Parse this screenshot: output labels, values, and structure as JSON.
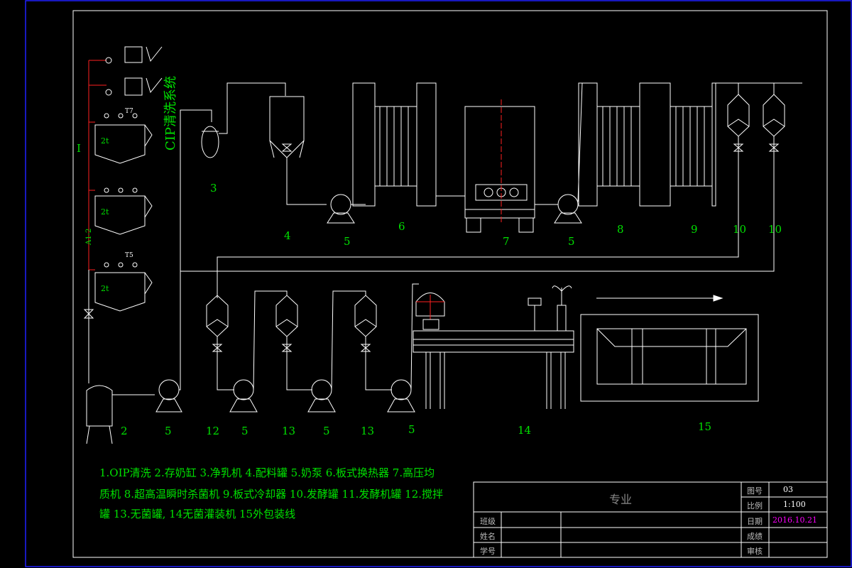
{
  "labels": {
    "n1": "I",
    "n2": "2",
    "n3": "3",
    "n4": "4",
    "n5a": "5",
    "n5b": "5",
    "n5c": "5",
    "n5d": "5",
    "n5e": "5",
    "n5f": "5",
    "n6": "6",
    "n7": "7",
    "n8": "8",
    "n9": "9",
    "n10a": "10",
    "n10b": "10",
    "n12": "12",
    "n13a": "13",
    "n13b": "13",
    "n14": "14",
    "n15": "15",
    "a12": "A1-2",
    "cip": "CIP清洗系统"
  },
  "legend": {
    "line1": "1.OIP清洗 2.存奶缸 3.净乳机 4.配料罐 5.奶泵 6.板式换热器 7.高压均",
    "line2": "质机 8.超高温瞬时杀菌机 9.板式冷却器 10.发酵罐 11.发酵机罐 12.搅拌",
    "line3": "罐 13.无菌罐, 14无菌灌装机 15外包装线"
  },
  "title_block": {
    "major": "专业",
    "drawing_no_label": "图号",
    "drawing_no": "03",
    "scale_label": "比例",
    "scale": "1:100",
    "date_label": "日期",
    "date": "2016.10.21",
    "class_label": "班级",
    "name_label": "姓名",
    "student_id_label": "学号",
    "grade_label": "成绩",
    "review_label": "审核"
  },
  "tank_labels": {
    "t1": "2t",
    "t2": "2t",
    "t3": "2t",
    "t7": "T7",
    "t5": "T5"
  },
  "colors": {
    "line": "#ffffff",
    "text": "#00e000",
    "pipe_red": "#ff2020",
    "accent_magenta": "#ff00ff",
    "border_blue": "#2020ff"
  }
}
